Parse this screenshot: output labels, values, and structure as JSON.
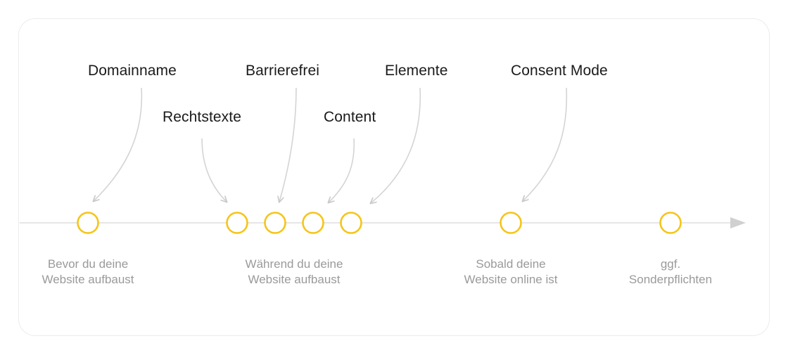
{
  "labels": {
    "domainname": "Domainname",
    "rechtstexte": "Rechtstexte",
    "barrierefrei": "Barrierefrei",
    "content": "Content",
    "elemente": "Elemente",
    "consent_mode": "Consent Mode"
  },
  "phases": {
    "before": {
      "line1": "Bevor du deine",
      "line2": "Website aufbaust"
    },
    "during": {
      "line1": "Während du deine",
      "line2": "Website aufbaust"
    },
    "after": {
      "line1": "Sobald deine",
      "line2": "Website online ist"
    },
    "special": {
      "line1": "ggf.",
      "line2": "Sonderpflichten"
    }
  },
  "colors": {
    "milestone": "#f5c518",
    "timeline": "#e6e6e6",
    "arrow": "#d4d4d4",
    "arrowhead": "#c8c8c8"
  }
}
